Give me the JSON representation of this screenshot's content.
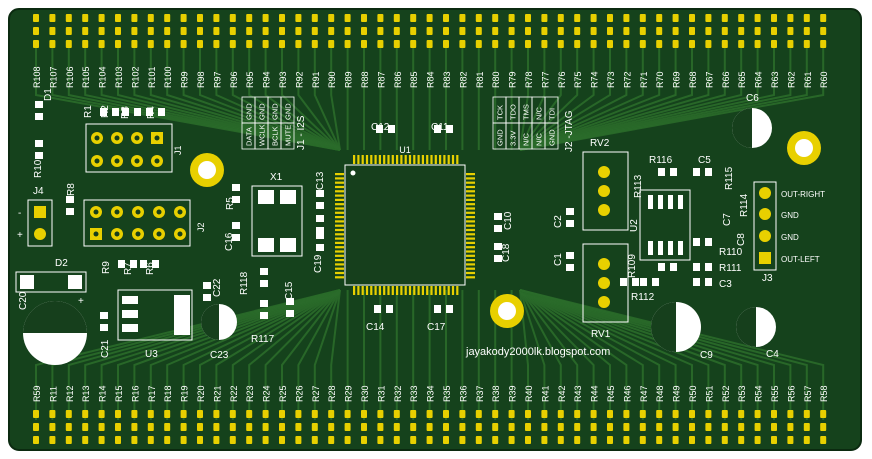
{
  "colors": {
    "board": "#15421c",
    "board_edge": "#0f3214",
    "copper_trace": "#2a6b2a",
    "pad_gold": "#e8d000",
    "silkscreen": "#ffffff",
    "hole": "#ffffff"
  },
  "refs_top": [
    "R108",
    "R107",
    "R106",
    "R105",
    "R104",
    "R103",
    "R102",
    "R101",
    "R100",
    "R99",
    "R98",
    "R97",
    "R96",
    "R95",
    "R94",
    "R93",
    "R92",
    "R91",
    "R90",
    "R89",
    "R88",
    "R87",
    "R86",
    "R85",
    "R84",
    "R83",
    "R82",
    "R81",
    "R80",
    "R79",
    "R78",
    "R77",
    "R76",
    "R75",
    "R74",
    "R73",
    "R72",
    "R71",
    "R70",
    "R69",
    "R68",
    "R67",
    "R66",
    "R65",
    "R64",
    "R63",
    "R62",
    "R61",
    "R60"
  ],
  "refs_bottom": [
    "R59",
    "R11",
    "R12",
    "R13",
    "R14",
    "R15",
    "R16",
    "R17",
    "R18",
    "R19",
    "R20",
    "R21",
    "R22",
    "R23",
    "R24",
    "R25",
    "R26",
    "R27",
    "R28",
    "R29",
    "R30",
    "R31",
    "R32",
    "R33",
    "R34",
    "R35",
    "R36",
    "R37",
    "R38",
    "R39",
    "R40",
    "R41",
    "R42",
    "R43",
    "R44",
    "R45",
    "R46",
    "R47",
    "R48",
    "R49",
    "R50",
    "R51",
    "R52",
    "R53",
    "R54",
    "R55",
    "R56",
    "R57",
    "R58"
  ],
  "labels": {
    "d1": "D1",
    "r10": "R10",
    "r1": "R1",
    "r2": "R2",
    "r3": "R3",
    "r4": "R4",
    "j1": "J1",
    "j2": "J2",
    "j3": "J3",
    "j4": "J4",
    "j4_minus": "-",
    "j4_plus": "+",
    "r8": "R8",
    "r9": "R9",
    "r7": "R7",
    "r6": "R6",
    "d2": "D2",
    "c20": "C20",
    "c21": "C21",
    "u3": "U3",
    "c22": "C22",
    "c23": "C23",
    "r118": "R118",
    "r117": "R117",
    "c15": "C15",
    "x1": "X1",
    "r5": "R5",
    "c16": "C16",
    "c13": "C13",
    "c19": "C19",
    "c12": "C12",
    "c11": "C11",
    "u1": "U1",
    "c14": "C14",
    "c17": "C17",
    "c10": "C10",
    "c18": "C18",
    "c2": "C2",
    "c1": "C1",
    "rv1": "RV1",
    "rv2": "RV2",
    "r116": "R116",
    "r113": "R113",
    "u2": "U2",
    "c5": "C5",
    "r115": "R115",
    "r114": "R114",
    "c7": "C7",
    "c8": "C8",
    "r110": "R110",
    "r111": "R111",
    "c3": "C3",
    "r109": "R109",
    "r112": "R112",
    "c9": "C9",
    "c4": "C4",
    "c6": "C6",
    "j1_i2s": "J1 - I2S",
    "j2_jtag": "J2 -JTAG",
    "out_right": "OUT-RIGHT",
    "gnd1": "GND",
    "gnd2": "GND",
    "out_left": "OUT-LEFT",
    "website": "jayakody2000lk.blogspot.com",
    "polarity_plus": "+"
  },
  "i2s_table": [
    [
      "GND",
      "DATA"
    ],
    [
      "GND",
      "WCLK"
    ],
    [
      "GND",
      "BCLK"
    ],
    [
      "GND",
      "MUTE"
    ]
  ],
  "jtag_table": [
    [
      "TCK",
      "GND"
    ],
    [
      "TDO",
      "3.3V"
    ],
    [
      "TMS",
      "N/C"
    ],
    [
      "N/C",
      "N/C"
    ],
    [
      "TDI",
      "GND"
    ]
  ]
}
